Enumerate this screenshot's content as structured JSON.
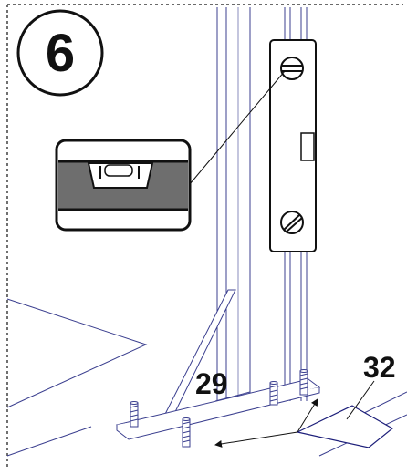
{
  "step_number": "6",
  "labels": {
    "plate_part": "29",
    "shim_part": "32"
  },
  "colors": {
    "ink": "#111111",
    "line_blue": "#3b3f8f",
    "level_dark": "#6e6e6e",
    "level_light": "#ffffff"
  },
  "icons": {
    "level_tool": "spirit-level-icon",
    "bubble_vial": "bubble-vial-icon"
  }
}
